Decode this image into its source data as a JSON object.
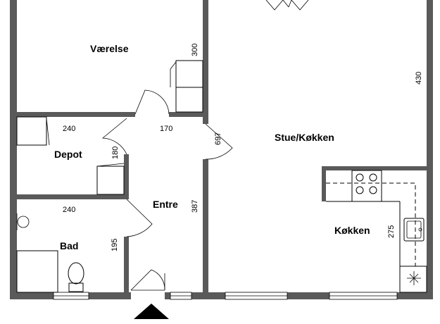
{
  "rooms": {
    "vaerelse": "Værelse",
    "stue_koekken": "Stue/Køkken",
    "depot": "Depot",
    "entre": "Entre",
    "bad": "Bad",
    "koekken": "Køkken"
  },
  "dimensions": {
    "d300": "300",
    "d430": "430",
    "d240_depot": "240",
    "d170": "170",
    "d697": "697",
    "d180": "180",
    "d240_bad": "240",
    "d387": "387",
    "d195": "195",
    "d275": "275"
  },
  "colors": {
    "wall": "#5a5a5a",
    "line": "#000000",
    "background": "#ffffff"
  }
}
